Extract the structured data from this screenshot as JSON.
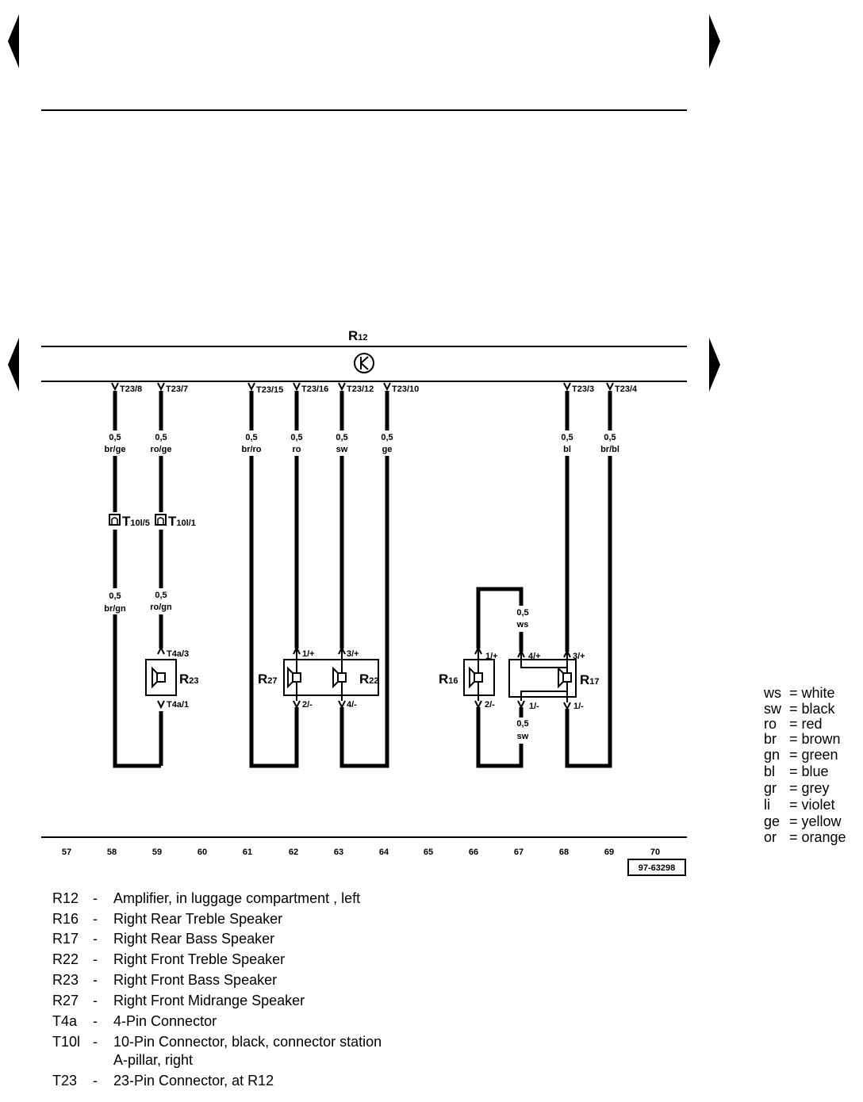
{
  "amplifier": {
    "letter": "R",
    "sub": "12"
  },
  "amp_pins": [
    "T23/8",
    "T23/7",
    "T23/15",
    "T23/16",
    "T23/12",
    "T23/10",
    "T23/3",
    "T23/4"
  ],
  "wires_upper": [
    {
      "gauge": "0,5",
      "color": "br/ge"
    },
    {
      "gauge": "0,5",
      "color": "ro/ge"
    },
    {
      "gauge": "0,5",
      "color": "br/ro"
    },
    {
      "gauge": "0,5",
      "color": "ro"
    },
    {
      "gauge": "0,5",
      "color": "sw"
    },
    {
      "gauge": "0,5",
      "color": "ge"
    },
    {
      "gauge": "0,5",
      "color": "bl"
    },
    {
      "gauge": "0,5",
      "color": "br/bl"
    }
  ],
  "connectors_t10l": [
    {
      "letter": "T",
      "sub": "10l/5"
    },
    {
      "letter": "T",
      "sub": "10l/1"
    }
  ],
  "wires_lower": [
    {
      "gauge": "0,5",
      "color": "br/gn"
    },
    {
      "gauge": "0,5",
      "color": "ro/gn"
    }
  ],
  "wire_ws": {
    "gauge": "0,5",
    "color": "ws"
  },
  "wire_sw": {
    "gauge": "0,5",
    "color": "sw"
  },
  "speaker_pins": {
    "r23_top": "T4a/3",
    "r23_bottom": "T4a/1",
    "r27_top": "1/+",
    "r27_bottom": "2/-",
    "r22_top": "3/+",
    "r22_bottom": "4/-",
    "r16_top": "1/+",
    "r16_bottom": "2/-",
    "r17_a": "4/+",
    "r17_b": "3/+",
    "r17_c": "1/-",
    "r17_d": "1/-"
  },
  "speakers": {
    "r23": {
      "letter": "R",
      "sub": "23"
    },
    "r27": {
      "letter": "R",
      "sub": "27"
    },
    "r22": {
      "letter": "R",
      "sub": "22"
    },
    "r16": {
      "letter": "R",
      "sub": "16"
    },
    "r17": {
      "letter": "R",
      "sub": "17"
    }
  },
  "columns": [
    "57",
    "58",
    "59",
    "60",
    "61",
    "62",
    "63",
    "64",
    "65",
    "66",
    "67",
    "68",
    "69",
    "70"
  ],
  "reference_code": "97-63298",
  "color_key": [
    {
      "code": "ws",
      "name": "= white"
    },
    {
      "code": "sw",
      "name": "= black"
    },
    {
      "code": "ro",
      "name": "= red"
    },
    {
      "code": "br",
      "name": "= brown"
    },
    {
      "code": "gn",
      "name": "= green"
    },
    {
      "code": "bl",
      "name": "= blue"
    },
    {
      "code": "gr",
      "name": "= grey"
    },
    {
      "code": "li",
      "name": "= violet"
    },
    {
      "code": "ge",
      "name": "= yellow"
    },
    {
      "code": "or",
      "name": "= orange"
    }
  ],
  "legend": [
    {
      "code": "R12",
      "dash": "-",
      "desc": "Amplifier, in luggage compartment , left"
    },
    {
      "code": "R16",
      "dash": "-",
      "desc": "Right Rear Treble Speaker"
    },
    {
      "code": "R17",
      "dash": "-",
      "desc": "Right Rear Bass Speaker"
    },
    {
      "code": "R22",
      "dash": "-",
      "desc": "Right Front Treble Speaker"
    },
    {
      "code": "R23",
      "dash": "-",
      "desc": "Right Front Bass Speaker"
    },
    {
      "code": "R27",
      "dash": "-",
      "desc": "Right Front Midrange Speaker"
    },
    {
      "code": "T4a",
      "dash": "-",
      "desc": "4-Pin Connector"
    },
    {
      "code": "T10l",
      "dash": "-",
      "desc": "10-Pin Connector, black, connector station"
    },
    {
      "code": "",
      "dash": "",
      "desc": "A-pillar, right"
    },
    {
      "code": "T23",
      "dash": "-",
      "desc": "23-Pin Connector, at R12"
    }
  ]
}
